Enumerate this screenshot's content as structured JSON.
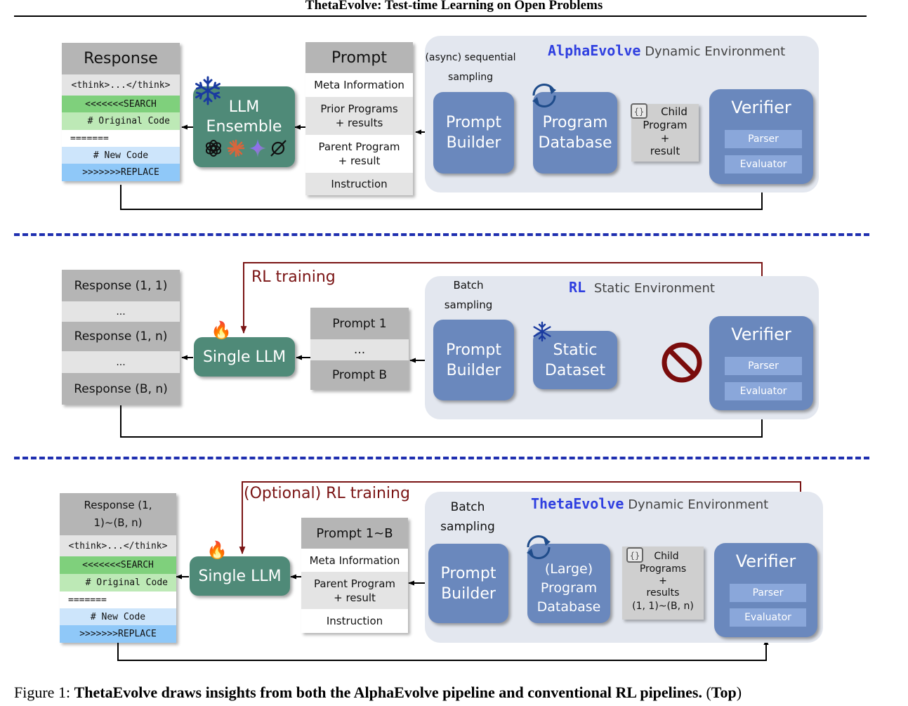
{
  "header": {
    "title": "ThetaEvolve: Test-time Learning on Open Problems"
  },
  "top": {
    "env_brand": "AlphaEvolve",
    "env_label": "Dynamic Environment",
    "response_title": "Response",
    "response_rows": [
      "<think>...</think>",
      "<<<<<<<SEARCH",
      "# Original Code",
      "=======",
      "# New Code",
      ">>>>>>>REPLACE"
    ],
    "llm_label": "LLM Ensemble",
    "prompt_title": "Prompt",
    "prompt_rows": [
      "Meta Information",
      "Prior Programs + results",
      "Parent Program + result",
      "Instruction"
    ],
    "sampling_note": "(async) sequential sampling",
    "prompt_builder": "Prompt Builder",
    "program_database": "Program Database",
    "child_box": [
      "Child",
      "Program",
      "+",
      "result"
    ],
    "verifier": "Verifier",
    "parser": "Parser",
    "evaluator": "Evaluator"
  },
  "middle": {
    "env_brand": "RL",
    "env_label": "Static Environment",
    "rl_training": "RL training",
    "response_rows": [
      "Response (1, 1)",
      "...",
      "Response (1, n)",
      "...",
      "Response (B, n)"
    ],
    "llm_label": "Single LLM",
    "prompt_rows": [
      "Prompt 1",
      "...",
      "Prompt B"
    ],
    "sampling_note": "Batch sampling",
    "prompt_builder": "Prompt Builder",
    "static_dataset": "Static Dataset",
    "verifier": "Verifier",
    "parser": "Parser",
    "evaluator": "Evaluator"
  },
  "bottom": {
    "env_brand": "ThetaEvolve",
    "env_label": "Dynamic Environment",
    "rl_training": "(Optional) RL training",
    "response_title": "Response (1, 1)~(B, n)",
    "response_rows": [
      "<think>...</think>",
      "<<<<<<<SEARCH",
      "# Original Code",
      "=======",
      "# New Code",
      ">>>>>>>REPLACE"
    ],
    "llm_label": "Single LLM",
    "prompt_title": "Prompt 1~B",
    "prompt_rows": [
      "Meta Information",
      "Parent Program + result",
      "Instruction"
    ],
    "sampling_note": "Batch sampling",
    "prompt_builder": "Prompt Builder",
    "program_database": "(Large) Program Database",
    "child_box": [
      "Child",
      "Programs",
      "+",
      "results",
      "(1, 1)~(B, n)"
    ],
    "verifier": "Verifier",
    "parser": "Parser",
    "evaluator": "Evaluator"
  },
  "caption": {
    "prefix": "Figure 1:",
    "bold": "ThetaEvolve draws insights from both the AlphaEvolve pipeline and conventional RL pipelines.",
    "suffix_open": "(",
    "suffix_bold": "Top",
    "suffix_close": ")"
  },
  "colors": {
    "env_bg": "#e3e7ef",
    "blue_box": "#6a88bd",
    "green_box": "#4f8a78",
    "brand_blue": "#2f3fe0",
    "rl_red": "#7a1414",
    "separator": "#1f2fb0"
  },
  "icons": [
    "snowflake-icon",
    "fire-icon",
    "cycle-icon",
    "code-braces-icon",
    "no-entry-icon",
    "openai-icon",
    "claude-icon",
    "gemini-icon",
    "grok-icon"
  ]
}
